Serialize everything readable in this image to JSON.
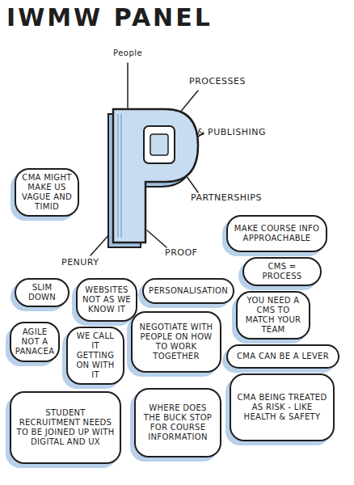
{
  "diagram": {
    "title": "IWMW PANEL",
    "nodes": [
      {
        "text": [
          "CMA MIGHT MAKE US VAGUE AND TIMID"
        ]
      },
      {
        "text": [
          "MAKE COURSE INFO APPROACHABLE"
        ]
      },
      {
        "text": [
          "CMS = PROCESS"
        ]
      },
      {
        "text": [
          "SLIM DOWN"
        ]
      },
      {
        "text": [
          "WEBSITES NOT AS WE KNOW IT"
        ]
      },
      {
        "text": [
          "PERSONALISATION"
        ]
      },
      {
        "text": [
          "YOU NEED A CMS TO MATCH YOUR TEAM"
        ]
      },
      {
        "text": [
          "AGILE NOT A PANACEA"
        ]
      },
      {
        "text": [
          "WE CALL IT GETTING ON WITH IT"
        ]
      },
      {
        "text": [
          "NEGOTIATE WITH PEOPLE ON HOW TO WORK TOGETHER"
        ]
      },
      {
        "text": [
          "CMA CAN BE A LEVER"
        ]
      },
      {
        "text": [
          "STUDENT RECRUITMENT NEEDS TO BE JOINED UP WITH DIGITAL AND UX"
        ]
      },
      {
        "text": [
          "WHERE DOES THE BUCK STOP FOR COURSE INFORMATION"
        ]
      },
      {
        "text": [
          "CMA BEING TREATED AS RISK - LIKE HEALTH & SAFETY"
        ]
      }
    ],
    "labels": [
      "People",
      "PROCESSES",
      "& PUBLISHING",
      "PARTNERSHIPS",
      "PROOF",
      "PENURY"
    ]
  }
}
